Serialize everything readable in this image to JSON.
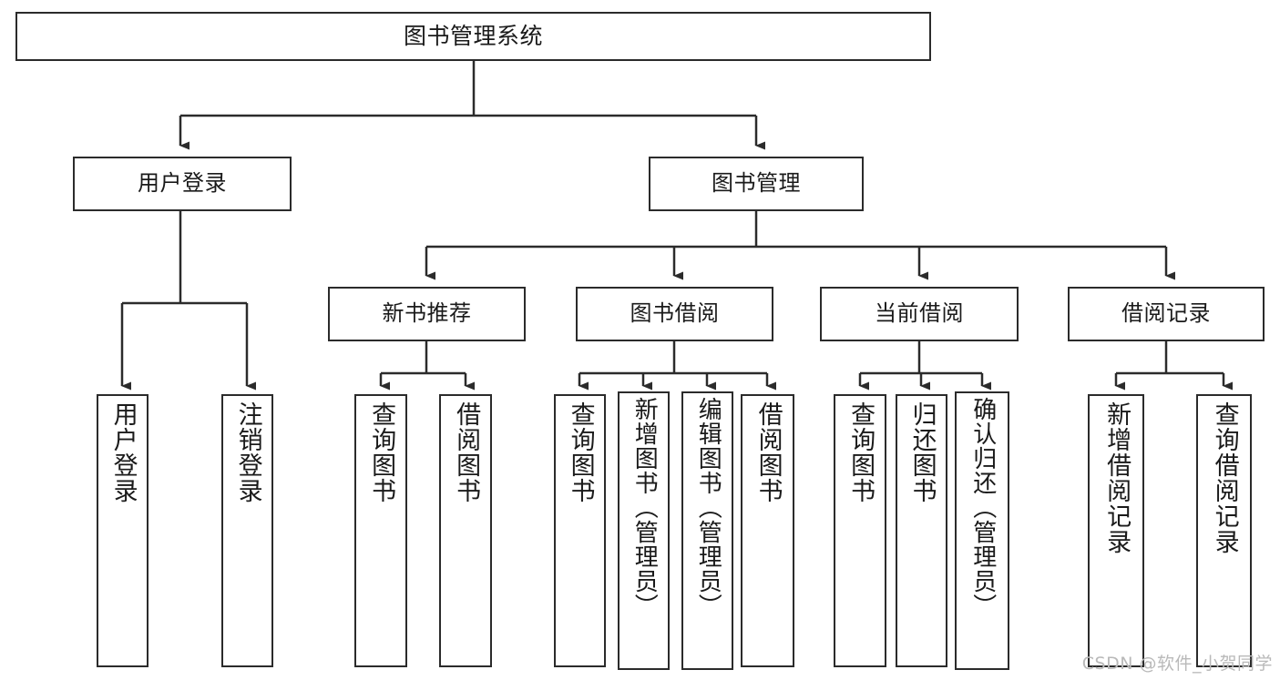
{
  "diagram": {
    "title": "图书管理系统",
    "type": "tree",
    "stroke_color": "#2b2b2b",
    "fill_color": "#ffffff",
    "text_color": "#1a1a1a",
    "nodes": {
      "root": {
        "label": "图书管理系统"
      },
      "login": {
        "label": "用户登录"
      },
      "book_mgmt": {
        "label": "图书管理"
      },
      "new_book_rec": {
        "label": "新书推荐"
      },
      "book_borrow": {
        "label": "图书借阅"
      },
      "current_borrow": {
        "label": "当前借阅"
      },
      "borrow_record": {
        "label": "借阅记录"
      },
      "leaf_user_login": {
        "label": "用户登录"
      },
      "leaf_logout": {
        "label": "注销登录"
      },
      "leaf_query_book_1": {
        "label": "查询图书"
      },
      "leaf_borrow_book_1": {
        "label": "借阅图书"
      },
      "leaf_query_book_2": {
        "label": "查询图书"
      },
      "leaf_add_book": {
        "label": "新增图书（管理员）"
      },
      "leaf_edit_book": {
        "label": "编辑图书（管理员）"
      },
      "leaf_borrow_book_2": {
        "label": "借阅图书"
      },
      "leaf_query_book_3": {
        "label": "查询图书"
      },
      "leaf_return_book": {
        "label": "归还图书"
      },
      "leaf_confirm_return": {
        "label": "确认归还（管理员）"
      },
      "leaf_add_record": {
        "label": "新增借阅记录"
      },
      "leaf_query_record": {
        "label": "查询借阅记录"
      }
    }
  },
  "watermark": {
    "text": "CSDN @软件_小贺同学"
  }
}
